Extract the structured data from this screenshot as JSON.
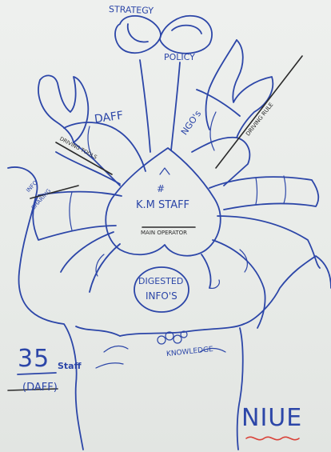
{
  "labels": {
    "strategy": "STRATEGY",
    "policy": "POLICY",
    "daff_claw": "DAFF",
    "ngos": "NGO's",
    "driving_tools": "DRIVING TOOLS",
    "driving_rule": "DRIVING RULE",
    "info_sharing_line1": "INFO",
    "info_sharing_line2": "SHARING",
    "km_staff": "K.M STAFF",
    "hash": "#",
    "main_operator": "MAIN OPERATOR",
    "digested_line1": "DIGESTED",
    "digested_line2": "INFO'S",
    "knowledge": "KNOWLEDGE",
    "staff_count": "35",
    "staff_word": "Staff",
    "staff_org": "(DAFF)",
    "country": "NIUE"
  },
  "colors": {
    "ink_blue": "#2c46a8",
    "ink_black": "#2a2a2a",
    "underline_red": "#d9443a",
    "paper": "#e9ebe8"
  }
}
